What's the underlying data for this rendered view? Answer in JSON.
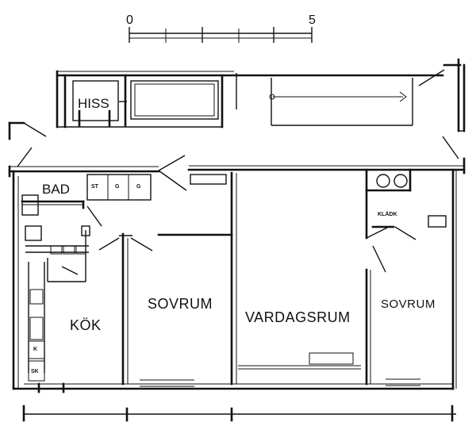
{
  "scale_bar": {
    "start": "0",
    "end": "5"
  },
  "labels": {
    "hiss": "HISS",
    "bad": "BAD",
    "st": "ST",
    "g1": "G",
    "g2": "G",
    "kladk": "KLÄDK",
    "kok": "KÖK",
    "sovrum_left": "SOVRUM",
    "vardagsrum": "VARDAGSRUM",
    "sovrum_right": "SOVRUM",
    "k": "K",
    "sk": "SK"
  }
}
